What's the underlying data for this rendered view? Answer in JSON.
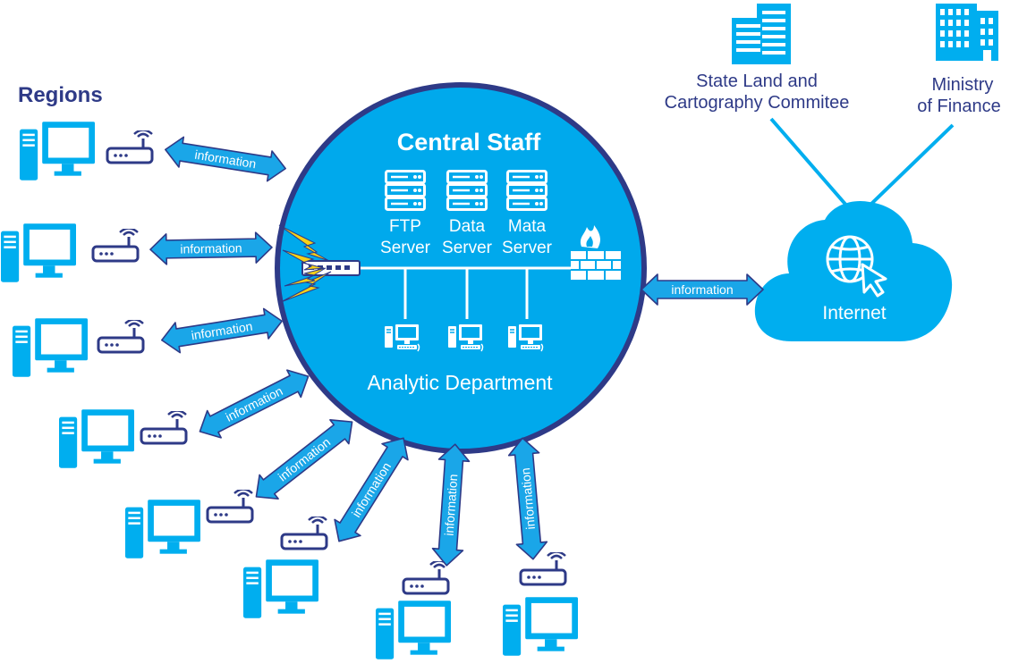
{
  "regions_title": "Regions",
  "central": {
    "title": "Central Staff",
    "servers": [
      {
        "line1": "FTP",
        "line2": "Server"
      },
      {
        "line1": "Data",
        "line2": "Server"
      },
      {
        "line1": "Mata",
        "line2": "Server"
      }
    ],
    "department": "Analytic Department"
  },
  "internet_label": "Internet",
  "arrow_label": "information",
  "external": {
    "state_land": {
      "line1": "State Land and",
      "line2": "Cartography Commitee"
    },
    "ministry": {
      "line1": "Ministry",
      "line2": "of Finance"
    }
  },
  "colors": {
    "primary_blue": "#00aeef",
    "circle_fill": "#00a9ec",
    "navy": "#2e3a87",
    "arrow_fill": "#1aa6e8",
    "lightning": "#f7d117"
  },
  "icons": {
    "region": "desktop-computer-icon",
    "router": "wifi-router-icon",
    "server": "server-rack-icon",
    "workstation": "workstation-icon",
    "firewall": "firewall-icon",
    "switch": "network-switch-icon",
    "cloud": "cloud-icon",
    "globe": "globe-icon",
    "building": "office-building-icon"
  }
}
